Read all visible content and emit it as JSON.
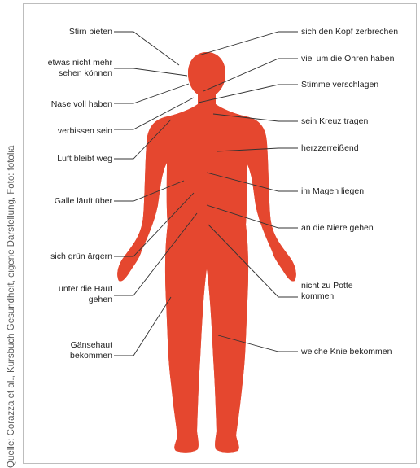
{
  "source": "Quelle: Corazza et al., Kursbuch Gesundheit, eigene Darstellung, Foto: fotolia",
  "colors": {
    "body": "#e5472f",
    "puzzle_line": "#f2806a",
    "leader": "#333333"
  },
  "left_labels": [
    {
      "text": "Stirn bieten"
    },
    {
      "text": "etwas nicht mehr\nsehen können"
    },
    {
      "text": "Nase voll haben"
    },
    {
      "text": "verbissen sein"
    },
    {
      "text": "Luft bleibt weg"
    },
    {
      "text": "Galle läuft über"
    },
    {
      "text": "sich grün ärgern"
    },
    {
      "text": "unter die Haut\ngehen"
    },
    {
      "text": "Gänsehaut\nbekommen"
    }
  ],
  "right_labels": [
    {
      "text": "sich den Kopf zerbrechen"
    },
    {
      "text": "viel um die Ohren haben"
    },
    {
      "text": "Stimme verschlagen"
    },
    {
      "text": "sein Kreuz tragen"
    },
    {
      "text": "herzzerreißend"
    },
    {
      "text": "im Magen liegen"
    },
    {
      "text": "an die Niere gehen"
    },
    {
      "text": "nicht zu Potte\nkommen"
    },
    {
      "text": "weiche Knie bekommen"
    }
  ]
}
